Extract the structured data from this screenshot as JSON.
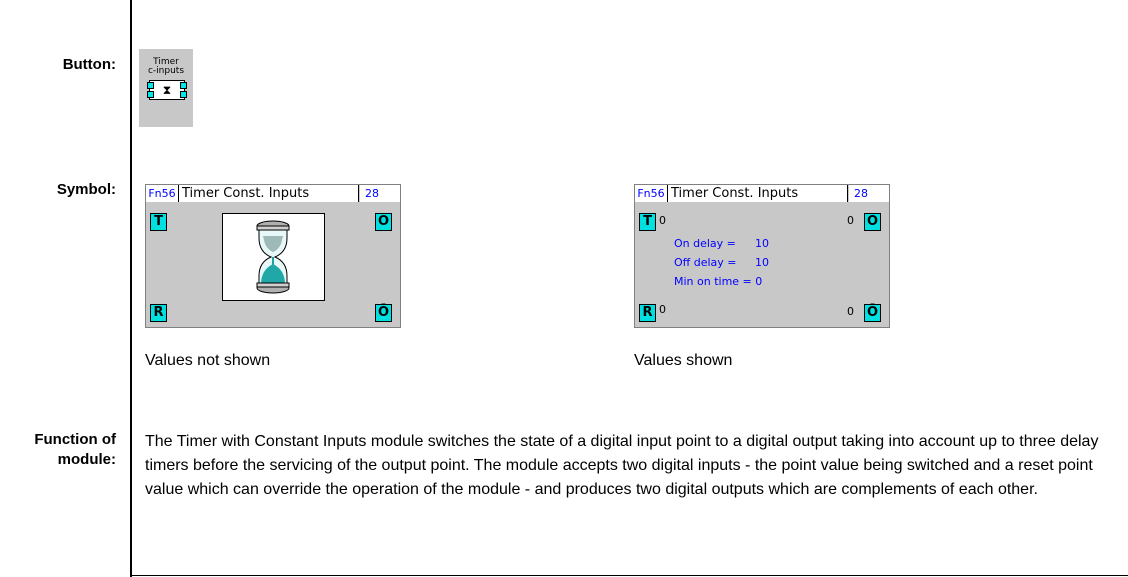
{
  "labels": {
    "button": "Button:",
    "symbol": "Symbol:",
    "function_line1": "Function of",
    "function_line2": "module:"
  },
  "button_icon": {
    "line1": "Timer",
    "line2": "c-inputs",
    "glyph": "⧗"
  },
  "symbol_left": {
    "fn": "Fn56",
    "title": "Timer Const. Inputs",
    "number": "28",
    "pins": {
      "t": "T",
      "r": "R",
      "o": "O",
      "obar": "Ō"
    },
    "caption": "Values not shown"
  },
  "symbol_right": {
    "fn": "Fn56",
    "title": "Timer Const. Inputs",
    "number": "28",
    "pins": {
      "t": "T",
      "r": "R",
      "o": "O",
      "obar": "Ō"
    },
    "t_value": "0",
    "r_value": "0",
    "o_value": "0",
    "obar_value": "0",
    "on_delay_label": "On delay =",
    "on_delay": "10",
    "off_delay_label": "Off delay =",
    "off_delay": "10",
    "min_on_label": "Min on time = 0",
    "caption": "Values shown"
  },
  "function_text": "The Timer with Constant Inputs module switches the state of a digital input point to a digital output taking into account up to three delay timers before the servicing of the output point. The module accepts two digital inputs - the point value being switched and a reset point value which can override the operation of the module - and produces two digital outputs which are complements of each other.",
  "colors": {
    "pin_fill": "#00e0e0",
    "symbol_bg": "#c8c8c8",
    "header_blue": "#0000ff"
  }
}
